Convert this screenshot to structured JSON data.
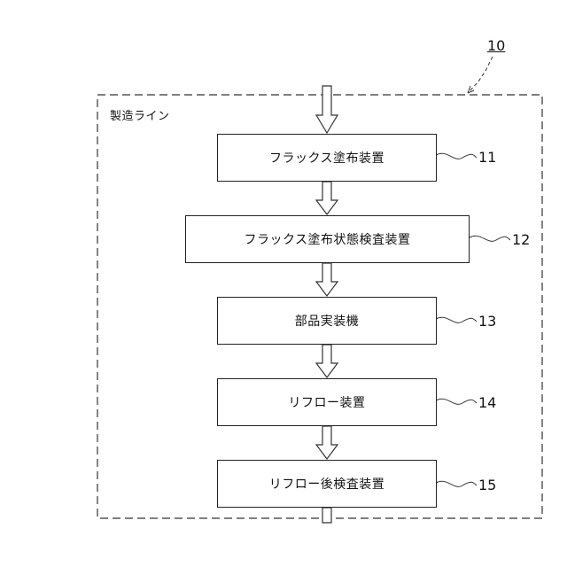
{
  "diagram": {
    "frame_label": "製造ライン",
    "frame_ref": "10",
    "steps": [
      {
        "label": "フラックス塗布装置",
        "ref": "11"
      },
      {
        "label": "フラックス塗布状態検査装置",
        "ref": "12"
      },
      {
        "label": "部品実装機",
        "ref": "13"
      },
      {
        "label": "リフロー装置",
        "ref": "14"
      },
      {
        "label": "リフロー後検査装置",
        "ref": "15"
      }
    ]
  }
}
